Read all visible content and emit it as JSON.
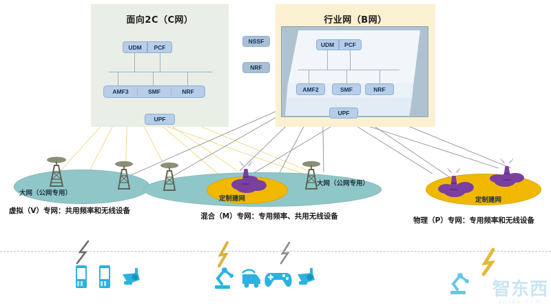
{
  "diagram": {
    "title_c": "面向2C（C网）",
    "title_b": "行业网（B网）"
  },
  "core_c": {
    "top_nodes": [
      "UDM",
      "PCF"
    ],
    "bottom_nodes": [
      "AMF3",
      "SMF",
      "NRF"
    ],
    "upf": "UPF"
  },
  "core_b": {
    "top_nodes": [
      "UDM",
      "PCF"
    ],
    "bottom_nodes": [
      "AMF2",
      "SMF",
      "NRF"
    ],
    "upf": "UPF"
  },
  "shared_nf": {
    "nssf": "NSSF",
    "nrf": "NRF"
  },
  "zones": [
    {
      "name": "public-network-left",
      "label": "大网（公网专用）",
      "caption": "虚拟（V）专网：共用频率和无线设备",
      "color": "#8fc7c9"
    },
    {
      "name": "custom-network-middle",
      "label": "定制建网",
      "caption": "混合（M）专网：专用频率、共用无线设备",
      "color": "#f0b800"
    },
    {
      "name": "public-network-middle",
      "label": "大网（公网专用）",
      "caption": "",
      "color": "#8fc7c9"
    },
    {
      "name": "custom-network-right",
      "label": "定制建网",
      "caption": "物理（P）专网：专用频率和无线设备",
      "color": "#f0b800"
    }
  ],
  "devices": {
    "group_v": [
      "phone-icon",
      "phone-icon",
      "camera-icon"
    ],
    "group_m": [
      "robot-arm-icon",
      "vehicle-icon",
      "gamepad-icon",
      "camera-icon"
    ],
    "group_p": [
      "robot-arm-icon"
    ],
    "color": "#2bb3e0"
  },
  "watermark": {
    "cn": "智东西",
    "en": "zhidx.com"
  },
  "colors": {
    "panel_c_bg": "#e9eee6",
    "panel_b_bg": "#fcf0d2",
    "nf_box": "#b7cde8",
    "link_yellow": "#f0dc8c",
    "link_grey": "#9a9a9a",
    "teal": "#8fc7c9",
    "orange": "#f0b800",
    "purple": "#7b3fa0"
  }
}
